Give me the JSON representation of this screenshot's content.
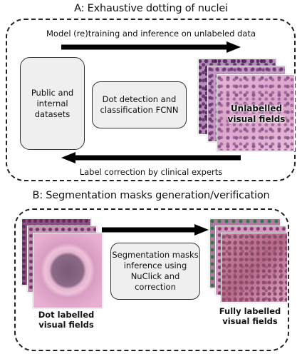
{
  "panel_a": {
    "title": "A: Exhaustive dotting of nuclei",
    "top_arrow_label": "Model (re)training and inference on unlabeled data",
    "bottom_arrow_label": "Label correction by clinical experts",
    "datasets_box": "Public and internal datasets",
    "model_box": "Dot detection and classification FCNN",
    "images_label": "Unlabelled visual fields"
  },
  "panel_b": {
    "title": "B: Segmentation masks generation/verification",
    "process_box": "Segmentation masks inference using NuClick and correction",
    "left_images_label": "Dot labelled visual fields",
    "right_images_label": "Fully labelled visual fields"
  },
  "colors": {
    "box_fill": "#efefef",
    "arrow": "#000000",
    "tissue_pink": "#e3a7cf",
    "tissue_purple": "#8b5a8c"
  }
}
